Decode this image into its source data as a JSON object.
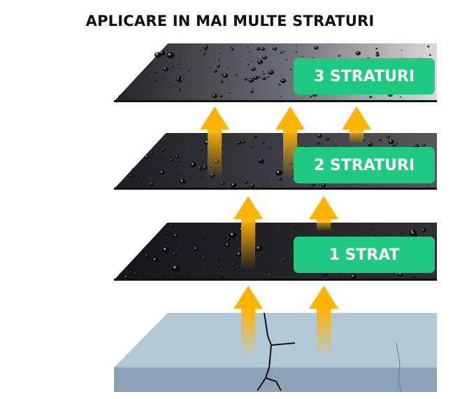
{
  "title": "APLICARE IN MAI MULTE STRATURI",
  "layers": [
    {
      "label": "3 STRATURI"
    },
    {
      "label": "2 STRATURI"
    },
    {
      "label": "1 STRAT"
    },
    {
      "label": "",
      "type": "cracked-concrete"
    }
  ],
  "colors": {
    "badge": "#1ec980",
    "arrow": "#ffb300",
    "membrane": "#2a2c30",
    "concrete": "#a9c0d0"
  }
}
